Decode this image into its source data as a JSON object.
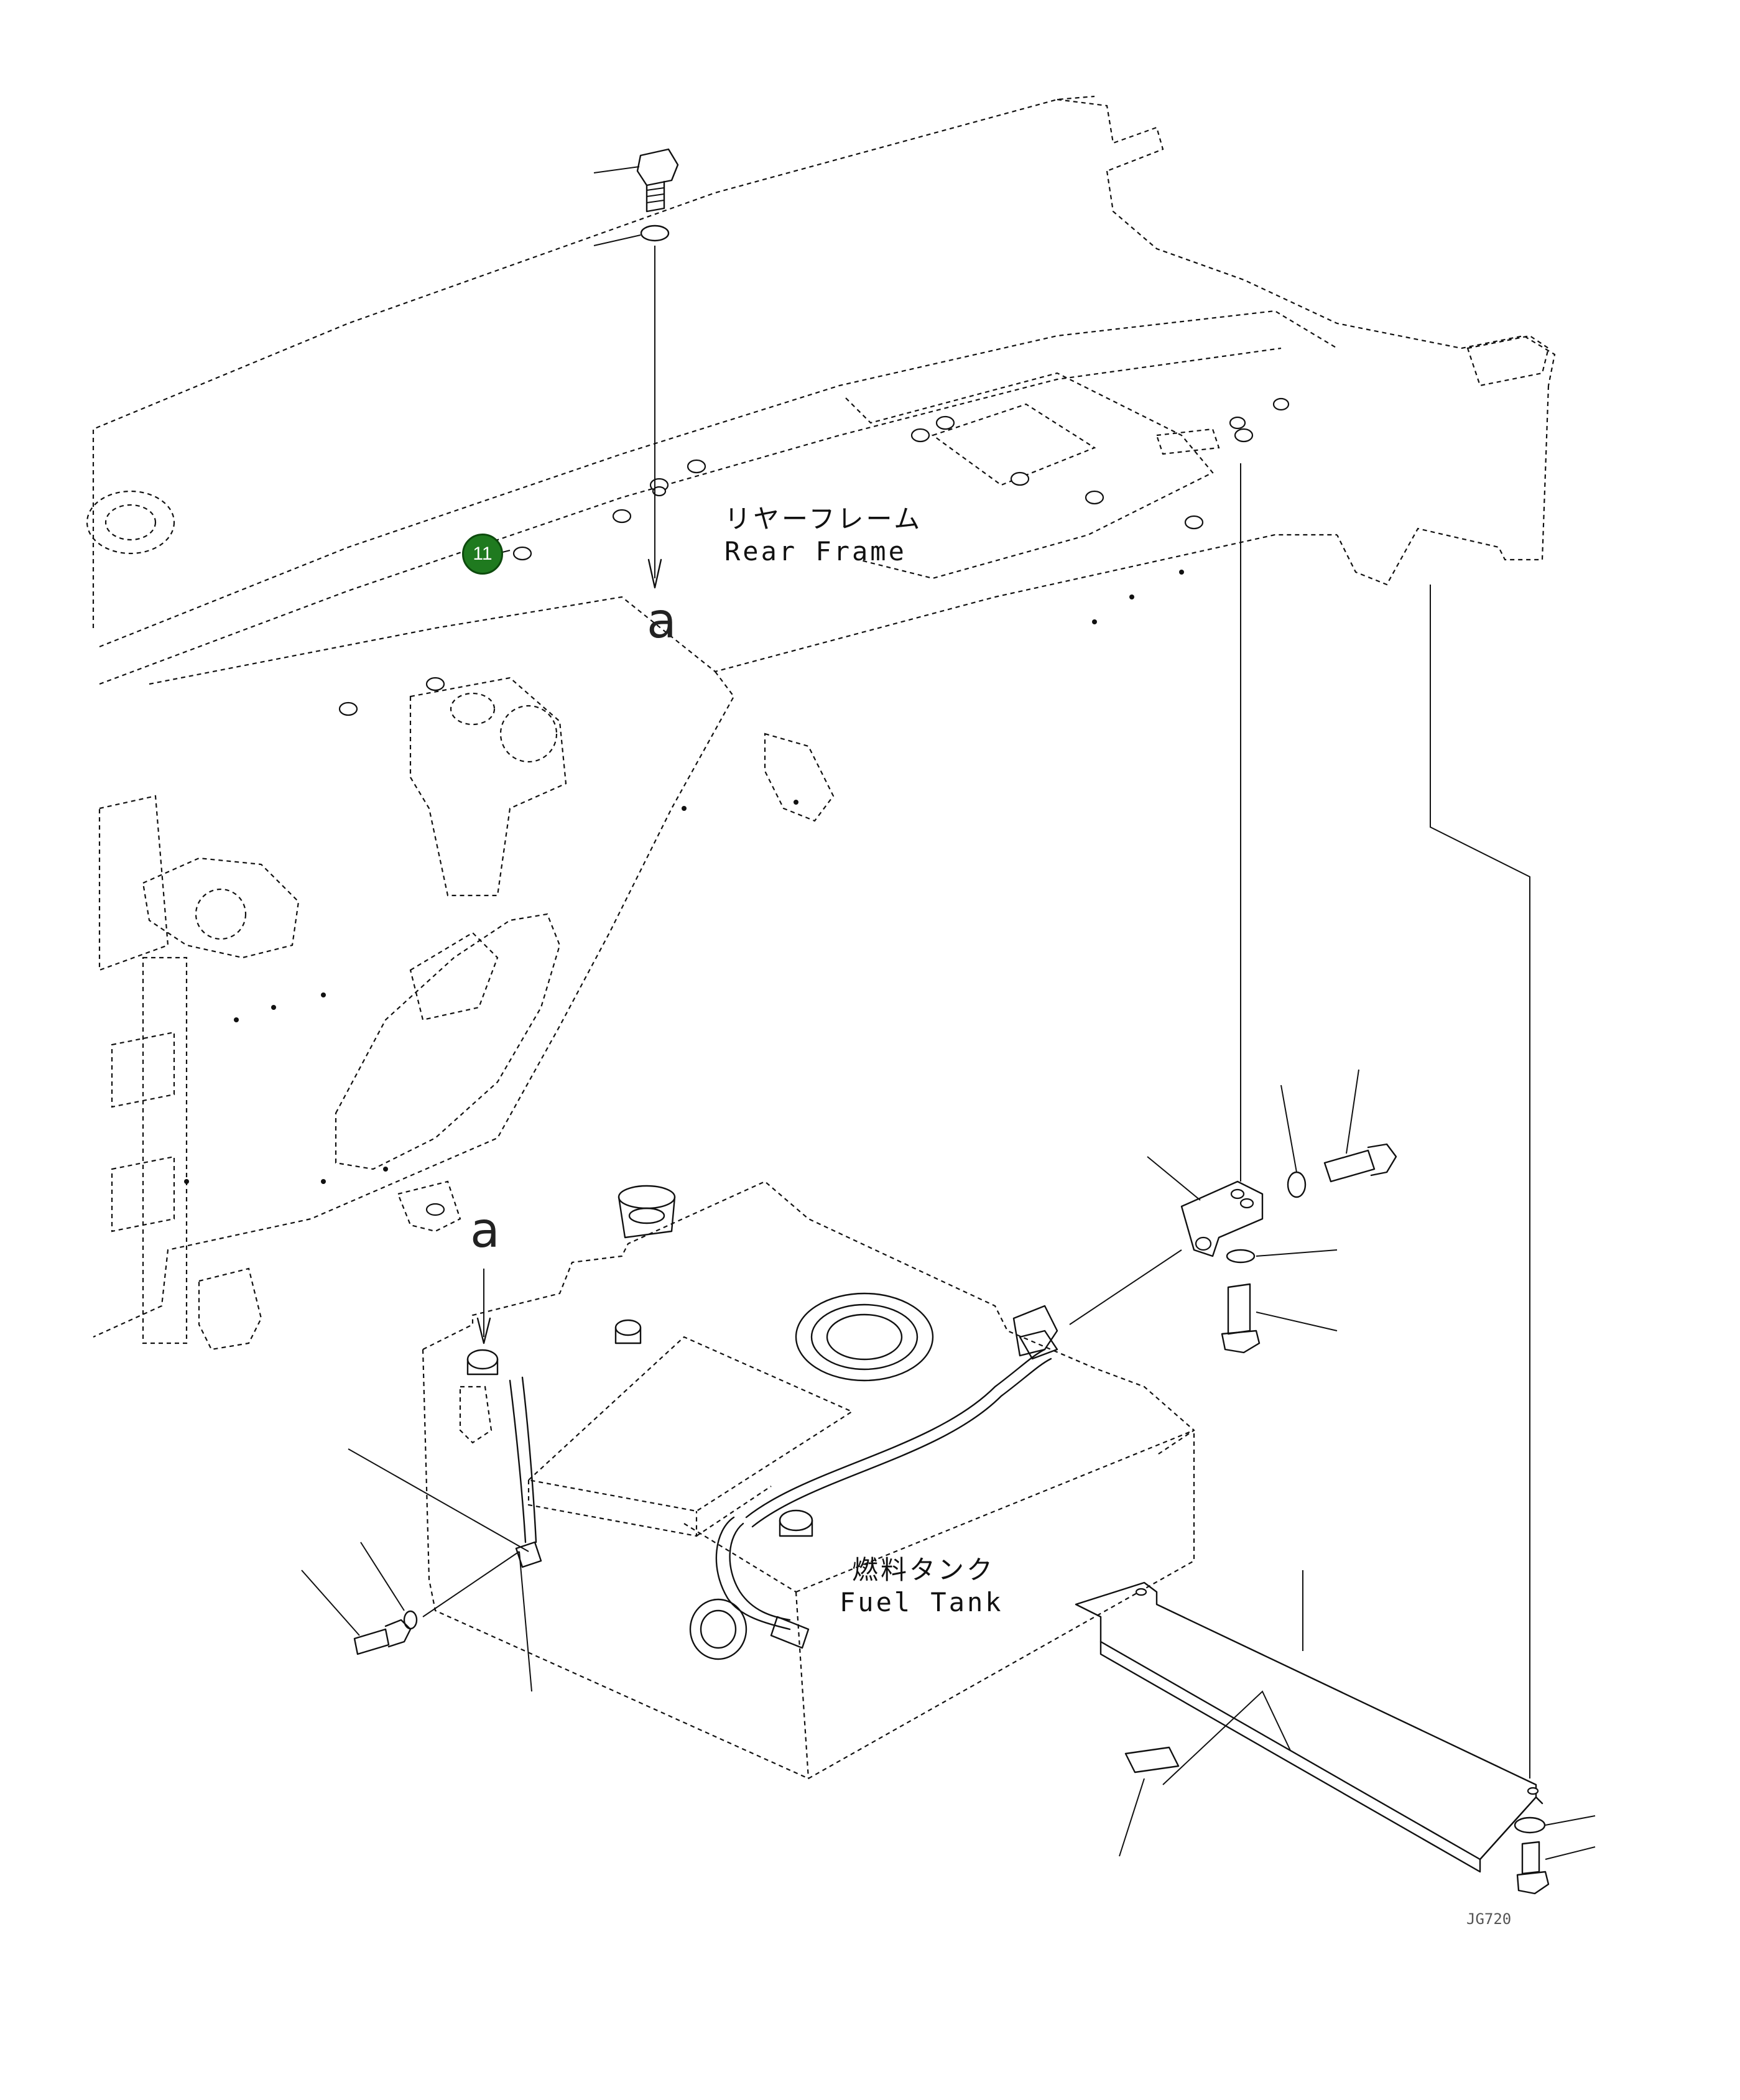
{
  "labels": {
    "rear_frame_jp": "リヤーフレーム",
    "rear_frame_en": "Rear Frame",
    "fuel_tank_jp": "燃料タンク",
    "fuel_tank_en": "Fuel Tank",
    "detail_a_top": "a",
    "detail_a_tank": "a",
    "drawing_code": "JG720"
  },
  "callouts": [
    {
      "number": "11"
    }
  ],
  "colors": {
    "line": "#111111",
    "callout_fill": "#1f7a1f",
    "background": "#ffffff"
  }
}
